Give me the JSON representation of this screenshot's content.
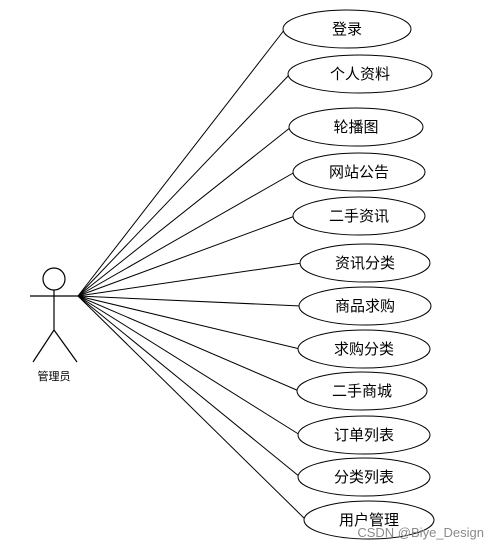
{
  "actor": {
    "label": "管理员"
  },
  "use_cases": [
    "登录",
    "个人资料",
    "轮播图",
    "网站公告",
    "二手资讯",
    "资讯分类",
    "商品求购",
    "求购分类",
    "二手商城",
    "订单列表",
    "分类列表",
    "用户管理"
  ],
  "watermark": "CSDN @Biye_Design"
}
